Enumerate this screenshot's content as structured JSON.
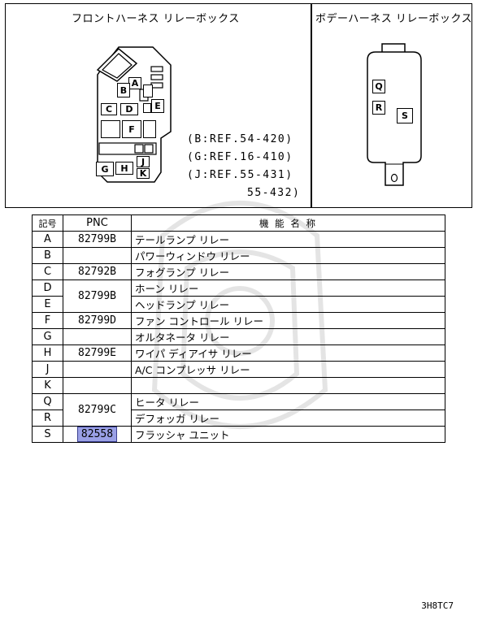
{
  "diagram": {
    "front_title": "フロントハーネス リレーボックス",
    "body_title": "ボデーハーネス リレーボックス",
    "front_labels": {
      "a": "A",
      "b": "B",
      "c": "C",
      "d": "D",
      "e": "E",
      "f": "F",
      "g": "G",
      "h": "H",
      "j": "J",
      "k": "K"
    },
    "body_labels": {
      "q": "Q",
      "r": "R",
      "s": "S"
    },
    "refs": [
      "(B:REF.54-420)",
      "(G:REF.16-410)",
      "(J:REF.55-431)",
      "55-432)"
    ]
  },
  "table": {
    "headers": {
      "code": "記号",
      "pnc": "PNC",
      "name": "機 能 名 称"
    },
    "rows": [
      {
        "code": "A",
        "pnc": "82799B",
        "name": "テールランプ リレー"
      },
      {
        "code": "B",
        "pnc": "",
        "name": "パワーウィンドウ リレー"
      },
      {
        "code": "C",
        "pnc": "82792B",
        "name": "フォグランプ リレー"
      },
      {
        "code": "D",
        "pnc": "82799B",
        "name": "ホーン リレー"
      },
      {
        "code": "E",
        "pnc": "",
        "name": "ヘッドランプ リレー"
      },
      {
        "code": "F",
        "pnc": "82799D",
        "name": "ファン コントロール リレー"
      },
      {
        "code": "G",
        "pnc": "",
        "name": "オルタネータ リレー"
      },
      {
        "code": "H",
        "pnc": "82799E",
        "name": "ワイパ ディアイサ リレー"
      },
      {
        "code": "J",
        "pnc": "",
        "name": "A/C コンプレッサ リレー"
      },
      {
        "code": "K",
        "pnc": "",
        "name": ""
      },
      {
        "code": "Q",
        "pnc": "82799C",
        "name": "ヒータ リレー"
      },
      {
        "code": "R",
        "pnc": "",
        "name": "デフォッガ リレー"
      },
      {
        "code": "S",
        "pnc": "82558",
        "name": "フラッシャ ユニット"
      }
    ]
  },
  "footer_code": "3H8TC7",
  "highlight_color": "#9aa0e6"
}
